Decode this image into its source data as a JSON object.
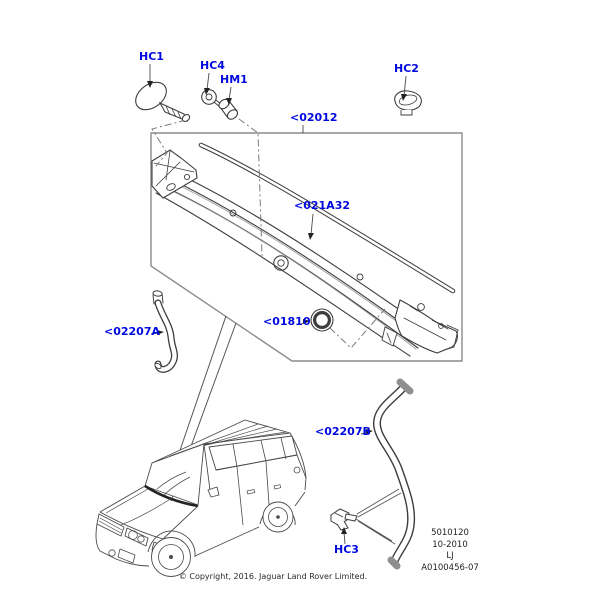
{
  "colors": {
    "label_blue": "#0009e0",
    "line_dark": "#3d3d3d",
    "line_light": "#8a8a8a",
    "box_gray": "#8c8c8c",
    "leader_gray": "#4a4a4a",
    "background": "#ffffff"
  },
  "callouts": {
    "hc1": {
      "label": "HC1"
    },
    "hc4": {
      "label": "HC4"
    },
    "hm1": {
      "label": "HM1"
    },
    "hc2": {
      "label": "HC2"
    },
    "hc3": {
      "label": "HC3"
    },
    "assembly": {
      "label": "<02012"
    },
    "seal_strip": {
      "label": "<021A32"
    },
    "hose_a": {
      "label": "<02207A"
    },
    "grommet": {
      "label": "<01810"
    },
    "hose_b": {
      "label": "<02207B"
    }
  },
  "footer": {
    "figure_number": "5010120",
    "date_code": "10-2010",
    "model_code": "LJ",
    "drawing_number": "A0100456-07",
    "copyright": "© Copyright, 2016. Jaguar Land Rover Limited."
  }
}
